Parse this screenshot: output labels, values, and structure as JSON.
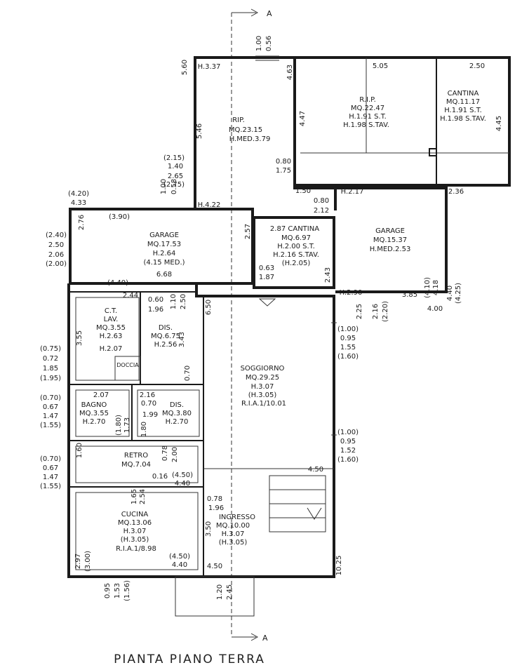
{
  "title": "PIANTA PIANO TERRA",
  "section_marker": "A",
  "rooms": {
    "rip_top": [
      "RIP.",
      "MQ.23.15",
      "H.MED.3.79"
    ],
    "rip_right": [
      "R.I.P.",
      "MQ.22.47",
      "H.1.91 S.T.",
      "H.1.98 S.TAV."
    ],
    "cantina_top": [
      "CANTINA",
      "MQ.11.17",
      "H.1.91 S.T.",
      "H.1.98 S.TAV."
    ],
    "garage_left": [
      "GARAGE",
      "MQ.17.53",
      "H.2.64",
      "(4.15 MED.)"
    ],
    "cantina_mid": [
      "2.87 CANTINA",
      "MQ.6.97",
      "H.2.00 S.T.",
      "H.2.16 S.TAV.",
      "(H.2.05)"
    ],
    "garage_right": [
      "GARAGE",
      "MQ.15.37",
      "H.MED.2.53"
    ],
    "ct_lav": [
      "C.T.",
      "LAV.",
      "MQ.3.55",
      "H.2.63"
    ],
    "dis_top": [
      "DIS.",
      "MQ.6.75",
      "H.2.56"
    ],
    "soggiorno": [
      "SOGGIORNO",
      "MQ.29.25",
      "H.3.07",
      "(H.3.05)",
      "R.I.A.1/10.01"
    ],
    "bagno": [
      "BAGNO",
      "MQ.3.55",
      "H.2.70"
    ],
    "dis_bot": [
      "DIS.",
      "MQ.3.80",
      "H.2.70"
    ],
    "retro": [
      "RETRO",
      "MQ.7.04"
    ],
    "cucina": [
      "CUCINA",
      "MQ.13.06",
      "H.3.07",
      "(H.3.05)",
      "R.I.A.1/8.98"
    ],
    "ingresso": [
      "INGRESSO",
      "MQ.10.00",
      "H.3.07",
      "(H.3.05)"
    ],
    "doccia": "DOCCIA",
    "h207": "H.2.07"
  },
  "dims": {
    "d_h337": "H.3.37",
    "d_560": "5.60",
    "d_100a": "1.00",
    "d_056": "0.56",
    "d_463": "4.63",
    "d_505": "5.05",
    "d_250": "2.50",
    "d_546": "5.46",
    "d_447": "4.47",
    "d_445": "4.45",
    "d_215": "(2.15)",
    "d_140": "1.40",
    "d_265": "2.65",
    "d_275": "(2.75)",
    "d_080a": "0.80",
    "d_175": "1.75",
    "d_150": "1.50",
    "d_h217": "H.2.17",
    "d_236": "2.36",
    "d_420": "(4.20)",
    "d_433": "4.33",
    "d_100b": "1.00",
    "d_058": "0.58",
    "d_h422": "H.4.22",
    "d_080b": "0.80",
    "d_212": "2.12",
    "d_390": "(3.90)",
    "d_276": "2.76",
    "d_240": "(2.40)",
    "d_250b": "2.50",
    "d_206": "2.06",
    "d_200": "(2.00)",
    "d_257": "2.57",
    "d_063": "0.63",
    "d_187": "1.87",
    "d_668": "6.68",
    "d_243": "2.43",
    "d_440a": "(4.40)",
    "d_h290": "H.2.90",
    "d_385": "3.85",
    "d_410": "(4.10)",
    "d_418": "4.18",
    "d_440b": "4.40",
    "d_425": "(4.25)",
    "d_400": "4.00",
    "d_244": "2.44",
    "d_060": "0.60",
    "d_110": "1.10",
    "d_250c": "2.50",
    "d_196a": "1.96",
    "d_650": "6.50",
    "d_225": "2.25",
    "d_216": "2.16",
    "d_220": "(2.20)",
    "d_100c": "(1.00)",
    "d_095a": "0.95",
    "d_155": "1.55",
    "d_160a": "(1.60)",
    "d_355": "3.55",
    "d_343": "3.43",
    "d_075": "(0.75)",
    "d_072": "0.72",
    "d_185": "1.85",
    "d_195": "(1.95)",
    "d_070a": "0.70",
    "d_207": "2.07",
    "d_216b": "2.16",
    "d_070b": "0.70",
    "d_070c": "(0.70)",
    "d_067a": "0.67",
    "d_147a": "1.47",
    "d_155b": "(1.55)",
    "d_180": "(1.80)",
    "d_173": "1.73",
    "d_199": "1.99",
    "d_180b": "1.80",
    "d_100d": "(1.00)",
    "d_095b": "0.95",
    "d_152": "1.52",
    "d_160b": "(1.60)",
    "d_160c": "1.60",
    "d_078a": "0.78",
    "d_200b": "2.00",
    "d_070d": "(0.70)",
    "d_067b": "0.67",
    "d_147b": "1.47",
    "d_155c": "(1.55)",
    "d_450a": "4.50",
    "d_016": "0.16",
    "d_450b": "(4.50)",
    "d_440c": "4.40",
    "d_165": "1.65",
    "d_254": "2.54",
    "d_078b": "0.78",
    "d_196b": "1.96",
    "d_350": "3.50",
    "d_297": "2.97",
    "d_300": "(3.00)",
    "d_450c": "(4.50)",
    "d_440d": "4.40",
    "d_450d": "4.50",
    "d_1025": "10.25",
    "d_095c": "0.95",
    "d_153": "1.53",
    "d_156": "(1.56)",
    "d_120": "1.20",
    "d_245": "2.45"
  }
}
